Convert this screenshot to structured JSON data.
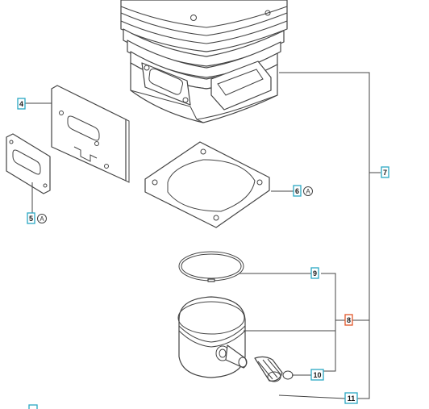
{
  "colors": {
    "callout_border": "#2aa8c4",
    "callout_highlight_border": "#e2572b",
    "line": "#444444"
  },
  "callouts": {
    "c4": "4",
    "c5": "5",
    "c6": "6",
    "c7": "7",
    "c8": "8",
    "c9": "9",
    "c10": "10",
    "c11": "11"
  },
  "references": {
    "r5": "A",
    "r6": "A"
  }
}
